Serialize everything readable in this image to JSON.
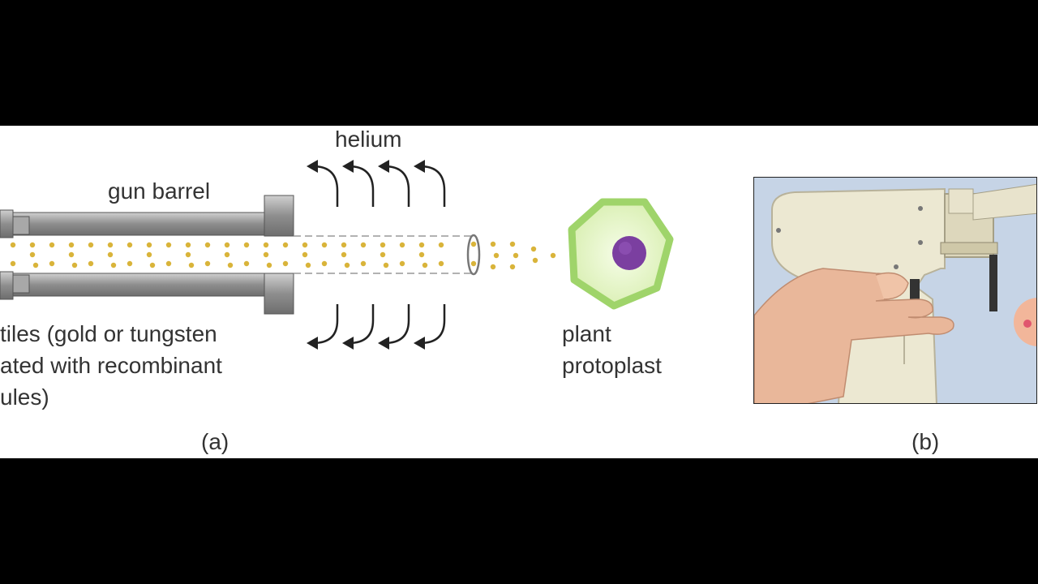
{
  "labels": {
    "helium": "helium",
    "gun_barrel": "gun barrel",
    "projectiles": "tiles (gold or tungsten\nated with recombinant\nules)",
    "plant_protoplast": "plant\nprotoplast",
    "panel_a": "(a)",
    "panel_b": "(b)"
  },
  "colors": {
    "frame_background": "#000000",
    "figure_background": "#ffffff",
    "barrel": "#9a9a9a",
    "particle": "#d9b43a",
    "arrow": "#222222",
    "cell_wall": "#9fd46a",
    "cell_fill": "#e9f7c8",
    "nucleus": "#7b3fa0",
    "photo_background": "#c8d6e8",
    "gun_body": "#ece8d2"
  },
  "icons": {
    "helium_arrows": "curved-arrow-icon",
    "cell": "plant-cell-icon",
    "photo": "gene-gun-photo"
  }
}
